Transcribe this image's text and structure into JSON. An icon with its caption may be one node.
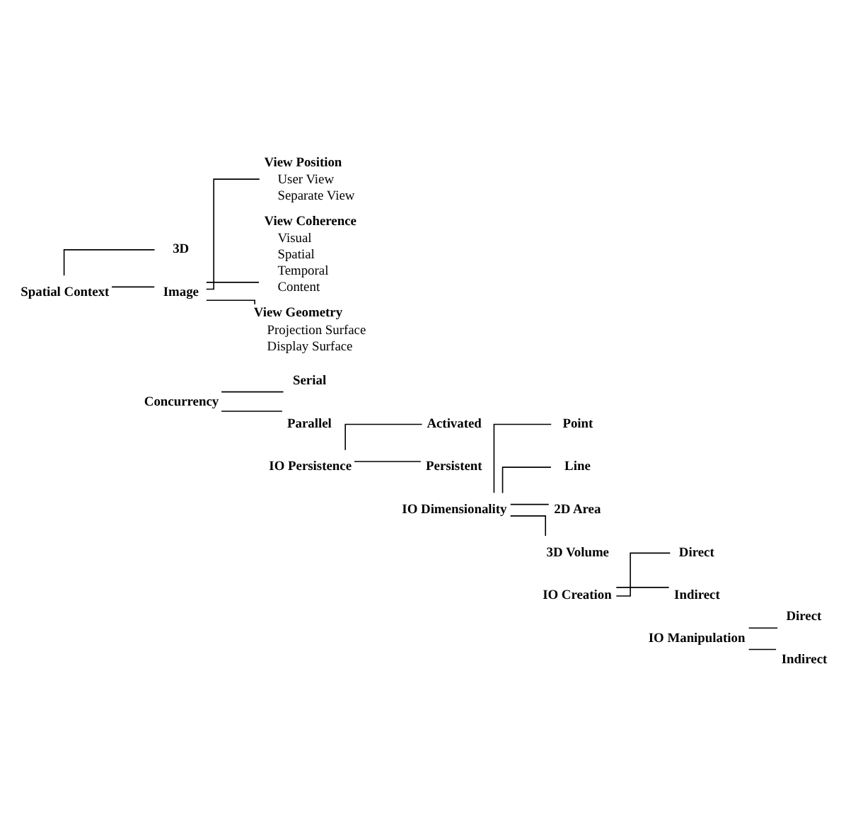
{
  "diagram": {
    "nodes": [
      {
        "text": [
          "Spatial Context"
        ]
      },
      {
        "text": [
          "3D"
        ]
      },
      {
        "text": [
          "Image"
        ]
      },
      {
        "text": [
          "View Position",
          "User View",
          "Separate View"
        ]
      },
      {
        "text": [
          "View Coherence",
          "Visual",
          "Spatial",
          "Temporal",
          "Content"
        ]
      },
      {
        "text": [
          "View Geometry",
          "Projection Surface",
          "Display Surface"
        ]
      },
      {
        "text": [
          "Concurrency"
        ]
      },
      {
        "text": [
          "Serial"
        ]
      },
      {
        "text": [
          "Parallel"
        ]
      },
      {
        "text": [
          "IO Persistence"
        ]
      },
      {
        "text": [
          "Activated"
        ]
      },
      {
        "text": [
          "Persistent"
        ]
      },
      {
        "text": [
          "IO Dimensionality"
        ]
      },
      {
        "text": [
          "Point"
        ]
      },
      {
        "text": [
          "Line"
        ]
      },
      {
        "text": [
          "2D Area"
        ]
      },
      {
        "text": [
          "3D Volume"
        ]
      },
      {
        "text": [
          "IO Creation"
        ]
      },
      {
        "text": [
          "Direct"
        ]
      },
      {
        "text": [
          "Indirect"
        ]
      },
      {
        "text": [
          "IO Manipulation"
        ]
      },
      {
        "text": [
          "Direct"
        ]
      },
      {
        "text": [
          "Indirect"
        ]
      }
    ],
    "edges": [
      {
        "from": 0,
        "to": 1,
        "arrow": "none"
      },
      {
        "from": 0,
        "to": 2,
        "arrow": "none"
      },
      {
        "from": 2,
        "to": 3,
        "arrow": "none"
      },
      {
        "from": 2,
        "to": 4,
        "arrow": "none"
      },
      {
        "from": 2,
        "to": 5,
        "arrow": "none"
      },
      {
        "from": 6,
        "to": 7,
        "arrow": "none"
      },
      {
        "from": 6,
        "to": 8,
        "arrow": "none"
      },
      {
        "from": 9,
        "to": 10,
        "arrow": "none"
      },
      {
        "from": 9,
        "to": 11,
        "arrow": "none"
      },
      {
        "from": 12,
        "to": 13,
        "arrow": "none"
      },
      {
        "from": 12,
        "to": 14,
        "arrow": "none"
      },
      {
        "from": 12,
        "to": 15,
        "arrow": "none"
      },
      {
        "from": 12,
        "to": 16,
        "arrow": "none"
      },
      {
        "from": 17,
        "to": 18,
        "arrow": "none"
      },
      {
        "from": 17,
        "to": 19,
        "arrow": "none"
      },
      {
        "from": 20,
        "to": 21,
        "arrow": "none"
      },
      {
        "from": 20,
        "to": 22,
        "arrow": "none"
      }
    ]
  }
}
